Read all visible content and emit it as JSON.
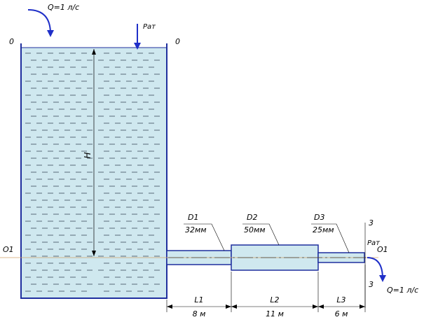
{
  "colors": {
    "water": "#cfe8ef",
    "outline": "#1f2f9e",
    "arrow": "#1f2fc8",
    "ink": "#000000",
    "datum": "#d2a36a"
  },
  "labels": {
    "flow_in": "Q=1 л/с",
    "flow_out": "Q=1 л/с",
    "p_atm_top": "Pат",
    "p_atm_out": "Pат",
    "datum_left_top": "0",
    "datum_right_top": "0",
    "axis_left": "O1",
    "axis_right": "O1",
    "head": "H",
    "section_top": "3",
    "section_bottom": "3"
  },
  "pipes": [
    {
      "name": "D1",
      "diameter": "32мм",
      "length_label": "L1",
      "length": "8 м"
    },
    {
      "name": "D2",
      "diameter": "50мм",
      "length_label": "L2",
      "length": "11 м"
    },
    {
      "name": "D3",
      "diameter": "25мм",
      "length_label": "L3",
      "length": "6 м"
    }
  ]
}
